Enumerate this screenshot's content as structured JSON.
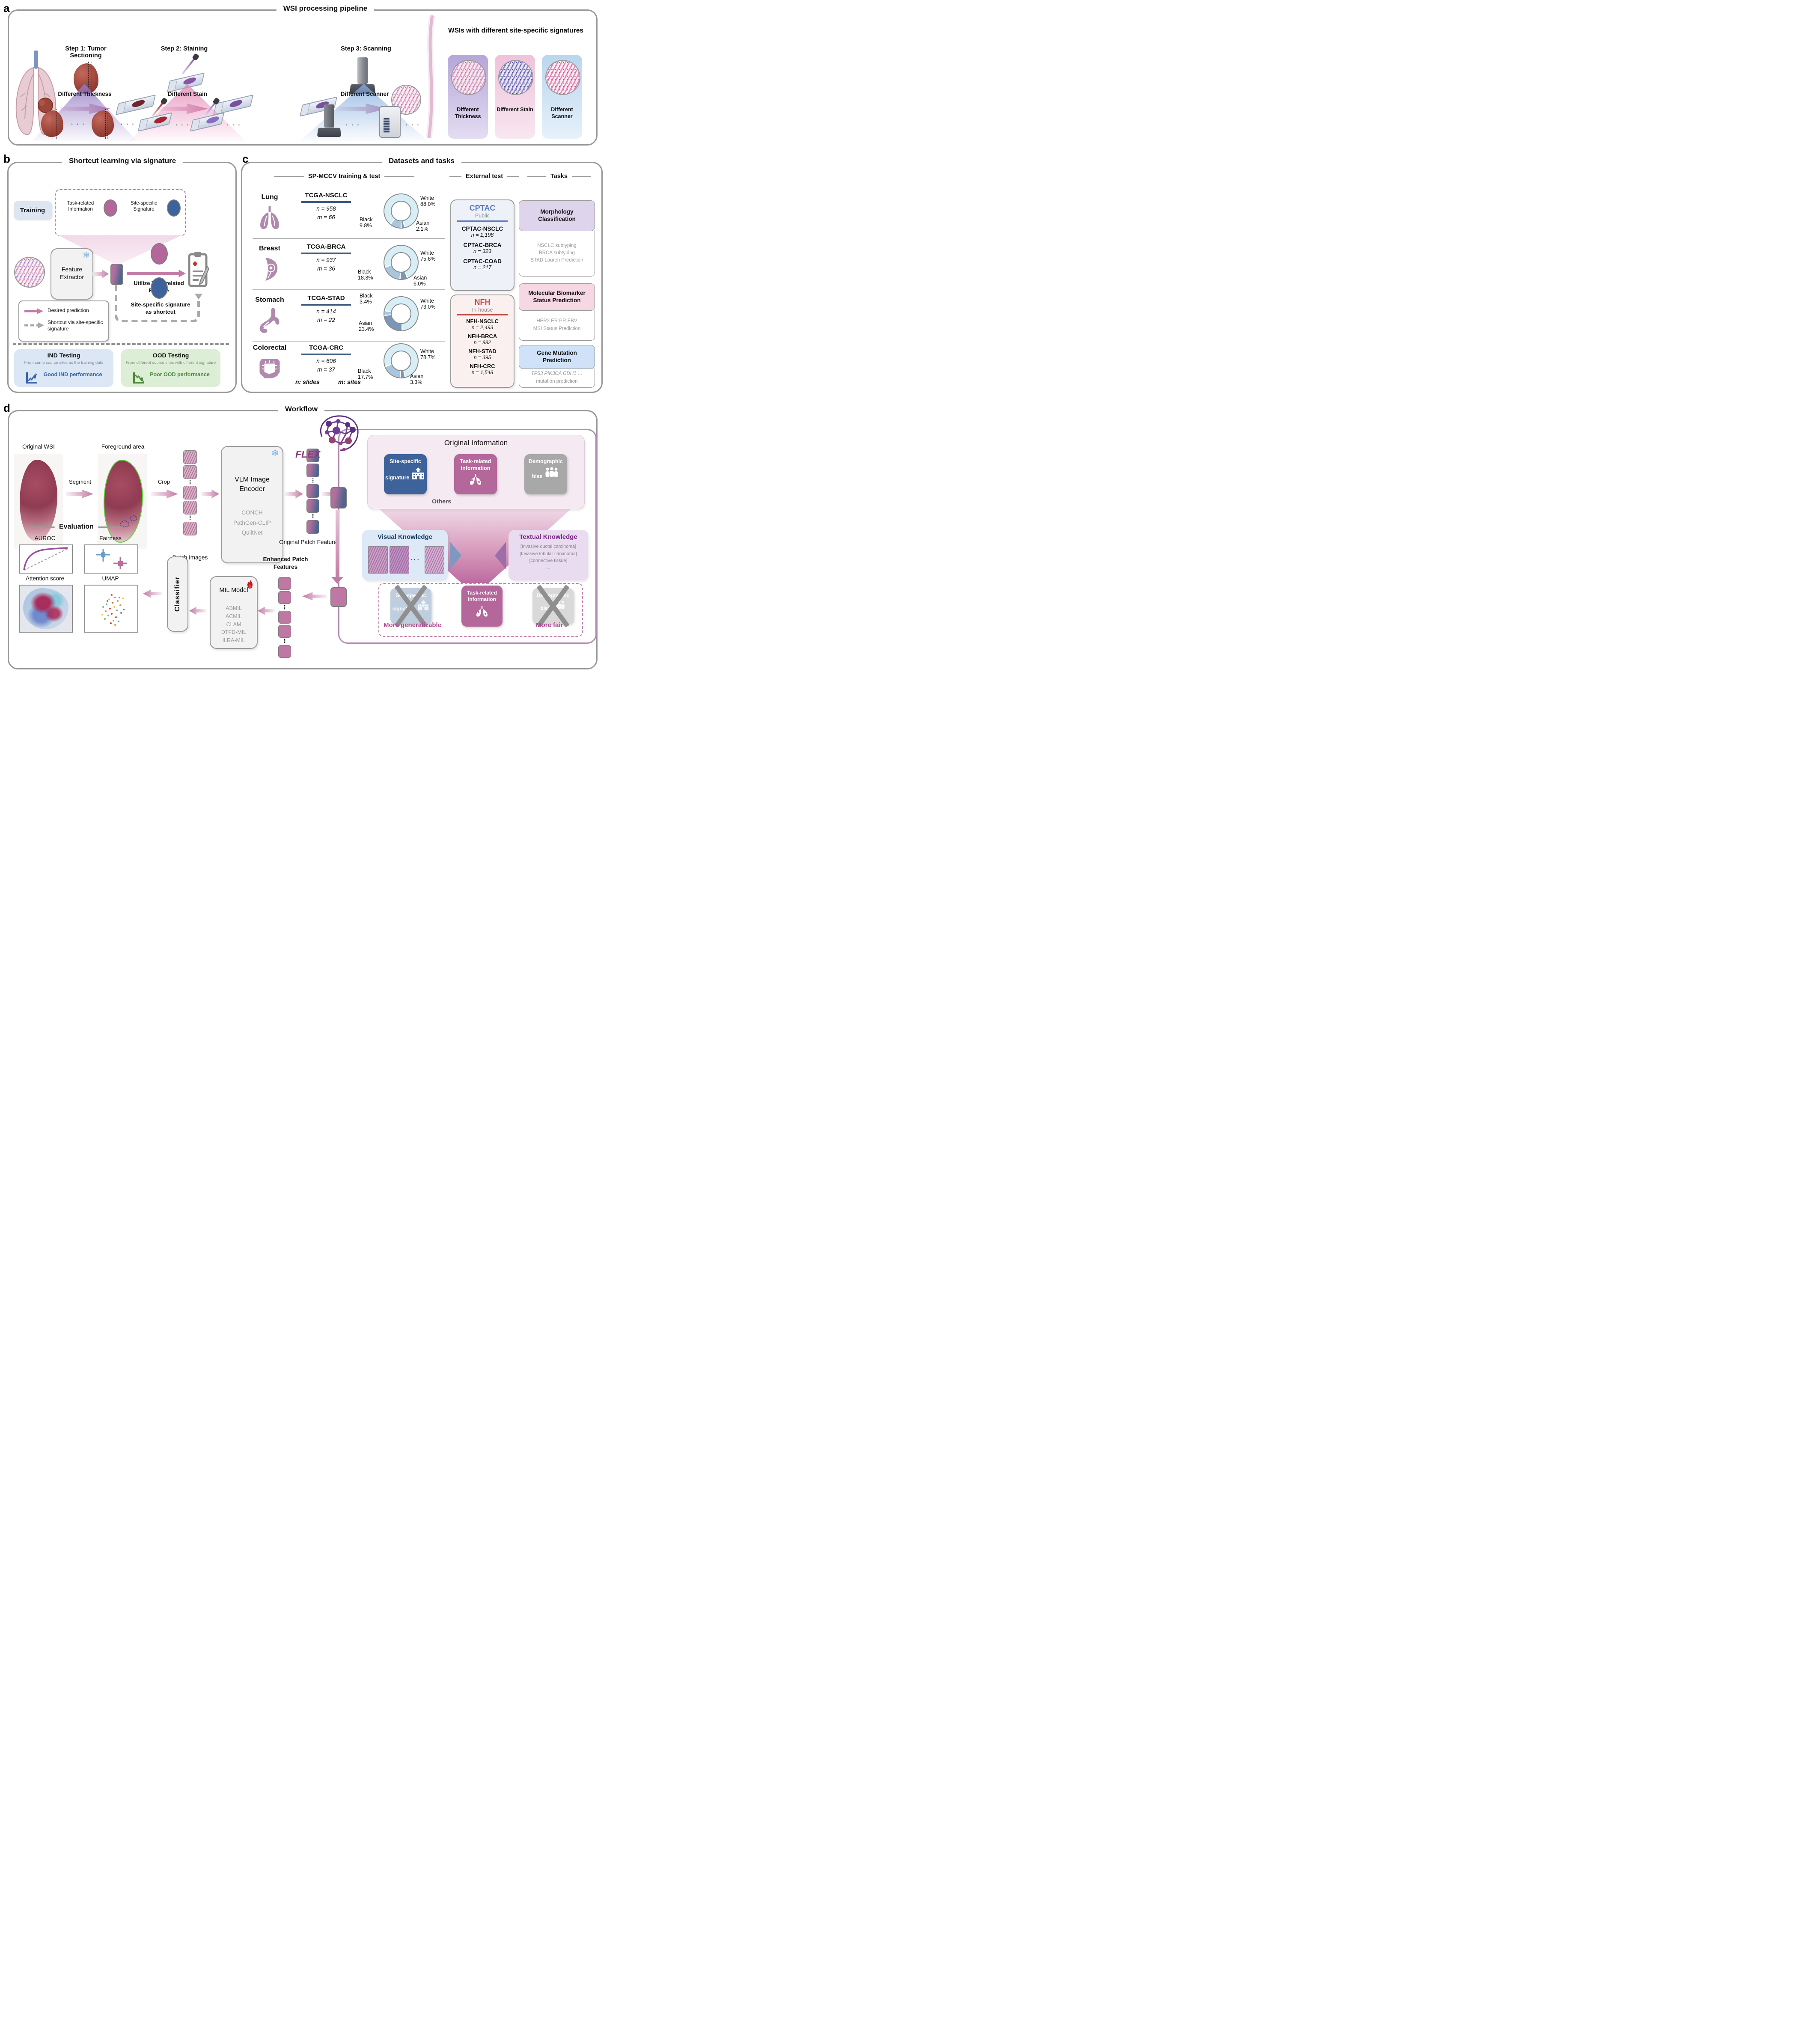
{
  "misc": {
    "dots": "· · ·",
    "vdots": "⋮",
    "ellipsis": "…"
  },
  "colors": {
    "accent_pink": "#c27ba5",
    "site_blue": "#3e639b",
    "task_pink": "#b4679a",
    "demographic_gray": "#a8a8a8",
    "cptac_blue": "#5b7fc0",
    "nfh_red": "#c0504d",
    "ind_blue": "#3a66a8",
    "ood_green": "#4d8b3b",
    "flex_purple": "#8b3a78",
    "donut_white": "#d8eef6",
    "donut_black": "#a9c6dd",
    "donut_asian": "#7b97b8"
  },
  "panel_a": {
    "label": "a",
    "title": "WSI processing pipeline",
    "step1": "Step 1: Tumor Sectioning",
    "step2": "Step 2: Staining",
    "step3": "Step 3: Scanning",
    "var1": "Different Thickness",
    "var2": "Different Stain",
    "var3": "Different Scanner",
    "result_heading": "WSIs with different site-specific signatures",
    "result_cards": [
      "Different Thickness",
      "Different Stain",
      "Different Scanner"
    ]
  },
  "panel_b": {
    "label": "b",
    "title": "Shortcut learning via signature",
    "training": "Training",
    "info_task": "Task-related Information",
    "info_site": "Site-specific Signature",
    "feature_extractor": "Feature Extractor",
    "utilize": "Utilize Task-related Feature",
    "shortcut_caption": "Site-specific signature as shortcut",
    "legend_desired": "Desired prediction",
    "legend_shortcut": "Shortcut via site-specific signature",
    "ind": {
      "title": "IND Testing",
      "desc": "From same source sites as the training data",
      "result": "Good IND performance"
    },
    "ood": {
      "title": "OOD Testing",
      "desc": "From different source sites with different signature",
      "result": "Poor OOD performance"
    }
  },
  "panel_c": {
    "label": "c",
    "title": "Datasets and tasks",
    "col1": "SP-MCCV training & test",
    "col2": "External test",
    "col3": "Tasks",
    "rows": [
      {
        "organ": "Lung",
        "dataset": "TCGA-NSCLC",
        "n": "n = 958",
        "m": "m = 66",
        "white": "White",
        "white_pct": "88.0%",
        "black": "Black",
        "black_pct": "9.8%",
        "asian": "Asian",
        "asian_pct": "2.1%"
      },
      {
        "organ": "Breast",
        "dataset": "TCGA-BRCA",
        "n": "n = 937",
        "m": "m = 36",
        "white": "White",
        "white_pct": "75.6%",
        "black": "Black",
        "black_pct": "18.3%",
        "asian": "Asian",
        "asian_pct": "6.0%"
      },
      {
        "organ": "Stomach",
        "dataset": "TCGA-STAD",
        "n": "n = 414",
        "m": "m = 22",
        "white": "White",
        "white_pct": "73.0%",
        "black": "Black",
        "black_pct": "3.4%",
        "asian": "Asian",
        "asian_pct": "23.4%"
      },
      {
        "organ": "Colorectal",
        "dataset": "TCGA-CRC",
        "n": "n = 606",
        "m": "m = 37",
        "white": "White",
        "white_pct": "78.7%",
        "black": "Black",
        "black_pct": "17.7%",
        "asian": "Asian",
        "asian_pct": "3.3%"
      }
    ],
    "note_n": "n: slides",
    "note_m": "m: sites",
    "cptac": {
      "name": "CPTAC",
      "type": "Public",
      "items": [
        {
          "name": "CPTAC-NSCLC",
          "n": "n = 1,198"
        },
        {
          "name": "CPTAC-BRCA",
          "n": "n = 323"
        },
        {
          "name": "CPTAC-COAD",
          "n": "n = 217"
        }
      ]
    },
    "nfh": {
      "name": "NFH",
      "type": "In-house",
      "items": [
        {
          "name": "NFH-NSCLC",
          "n": "n = 2,493"
        },
        {
          "name": "NFH-BRCA",
          "n": "n = 882"
        },
        {
          "name": "NFH-STAD",
          "n": "n = 395"
        },
        {
          "name": "NFH-CRC",
          "n": "n = 1,548"
        }
      ]
    },
    "tasks": [
      {
        "title": "Morphology Classification",
        "line1": "NSCLC subtyping",
        "line2": "BRCA subtyping",
        "line3": "STAD Lauren Prediction"
      },
      {
        "title": "Molecular Biomarker Status Prediction",
        "line1": "HER2 ER PR EBV",
        "line2": "MSI Status Prediction"
      },
      {
        "title": "Gene Mutation Prediction",
        "line1": "TP53 PIK3CA CDH1 …",
        "line2": "mutation prediction"
      }
    ],
    "chart_data": {
      "type": "pie",
      "charts": [
        {
          "title": "TCGA-NSCLC",
          "categories": [
            "White",
            "Black",
            "Asian"
          ],
          "values": [
            88.0,
            9.8,
            2.1
          ]
        },
        {
          "title": "TCGA-BRCA",
          "categories": [
            "White",
            "Black",
            "Asian"
          ],
          "values": [
            75.6,
            18.3,
            6.0
          ]
        },
        {
          "title": "TCGA-STAD",
          "categories": [
            "White",
            "Black",
            "Asian"
          ],
          "values": [
            73.0,
            3.4,
            23.4
          ]
        },
        {
          "title": "TCGA-CRC",
          "categories": [
            "White",
            "Black",
            "Asian"
          ],
          "values": [
            78.7,
            17.7,
            3.3
          ]
        }
      ]
    }
  },
  "panel_d": {
    "label": "d",
    "title": "Workflow",
    "original_wsi": "Original WSI",
    "foreground": "Foreground area",
    "segment": "Segment",
    "crop": "Crop",
    "patch_images": "Patch Images",
    "vlm_title": "VLM Image Encoder",
    "vlm_m1": "CONCH",
    "vlm_m2": "PathGen-CLIP",
    "vlm_m3": "QuiltNet",
    "orig_feat": "Original Patch Features",
    "enh_feat": "Enhanced Patch Features",
    "flex": "FLEX",
    "orig_info": {
      "title": "Original Information",
      "card1": "Site-specific signature",
      "card2": "Task-related information",
      "card3": "Demographic bias",
      "others": "Others"
    },
    "visual_title": "Visual Knowledge",
    "textual_title": "Textual Knowledge",
    "textual_l1": "[Invasive ductal carcinoma]",
    "textual_l2": "[Invasive lobular carcinoma]",
    "textual_l3": "[connective tissue]",
    "outcome": {
      "card1": "Site-specific signature",
      "card2": "Task-related information",
      "card3": "Demographic bias",
      "left": "More generalizable",
      "right": "More fair"
    },
    "mil_title": "MIL Model",
    "mil_m1": "ABMIL",
    "mil_m2": "ACMIL",
    "mil_m3": "CLAM",
    "mil_m4": "DTFD-MIL",
    "mil_m5": "ILRA-MIL",
    "classifier": "Classifier",
    "evaluation": "Evaluation",
    "plot_auroc": "AUROC",
    "plot_fair": "Fairness",
    "plot_att": "Attention score",
    "plot_umap": "UMAP"
  }
}
